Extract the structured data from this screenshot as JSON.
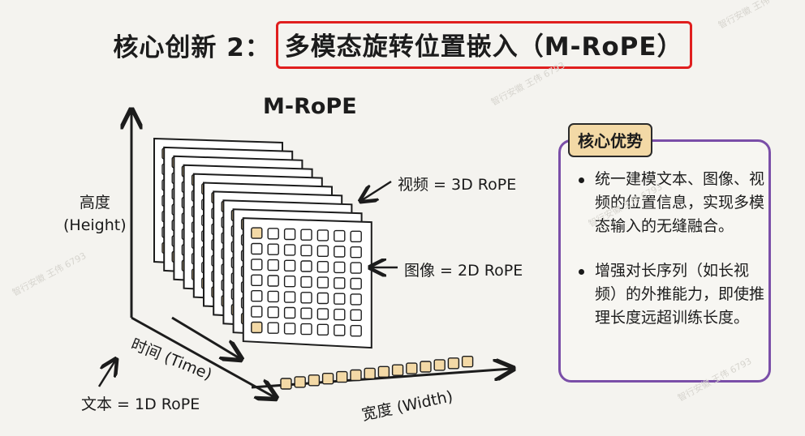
{
  "title": {
    "prefix": "核心创新 2：",
    "highlight": "多模态旋转位置嵌入（M-RoPE）"
  },
  "diagram": {
    "heading": "M-RoPE",
    "axes": {
      "height": {
        "line1": "高度",
        "line2": "(Height)"
      },
      "time": "时间 (Time)",
      "width": "宽度 (Width)"
    },
    "annotations": {
      "video": "视频 = 3D RoPE",
      "image": "图像 = 2D RoPE",
      "text": "文本 = 1D RoPE"
    },
    "grid": {
      "rows": 7,
      "cols": 7,
      "frames": 10,
      "token_count": 14
    },
    "colors": {
      "highlight_cell": "#f3d9a6",
      "frame_fill": "#ffffff",
      "stroke": "#1c1c1c"
    }
  },
  "panel": {
    "badge": "核心优势",
    "border_color": "#7a4ea8",
    "items": [
      {
        "text": "统一建模文本、图像、视频的位置信息，实现多模态输入的无缝融合。"
      },
      {
        "text": "增强对长序列（如长视频）的外推能力，即使推理长度远超训练长度。"
      }
    ]
  },
  "watermark": "智行安徽 王伟 6793"
}
